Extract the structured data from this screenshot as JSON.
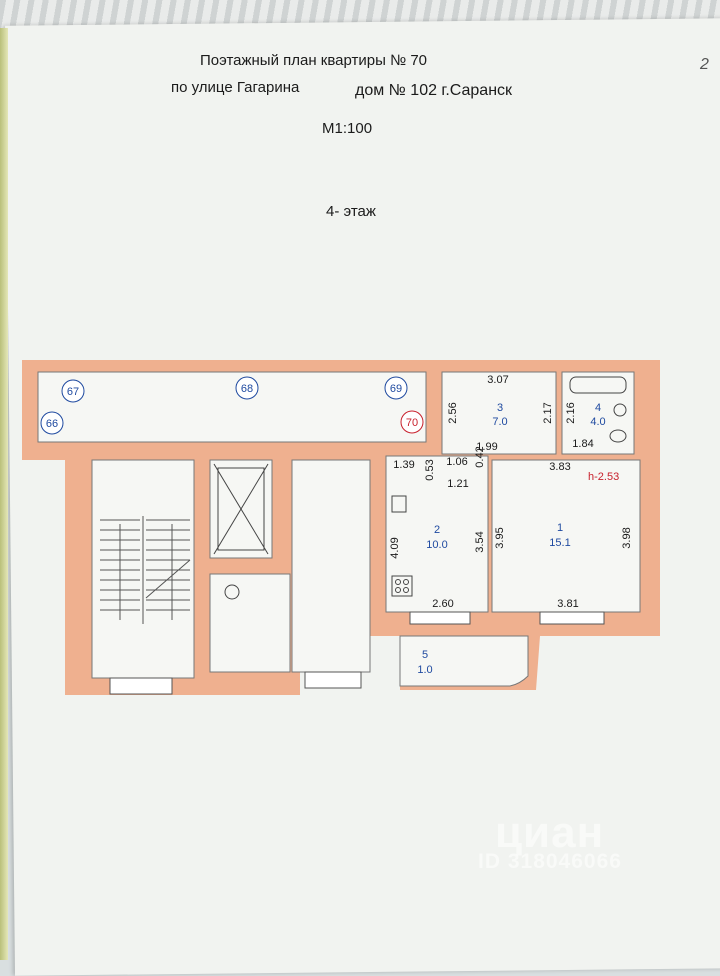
{
  "title_line1": "Поэтажный план квартиры № 70",
  "title_line2a": "по улице Гагарина",
  "title_line2b": "дом № 102 г.Саранск",
  "scale": "М1:100",
  "floor": "4- этаж",
  "corner_mark": "2",
  "ceiling_height": "h-2.53",
  "balcony_numbers": [
    "66",
    "67",
    "68",
    "69",
    "70"
  ],
  "rooms": [
    {
      "number": "1",
      "area": "15.1"
    },
    {
      "number": "2",
      "area": "10.0"
    },
    {
      "number": "3",
      "area": "7.0"
    },
    {
      "number": "4",
      "area": "4.0"
    },
    {
      "number": "5",
      "area": "1.0"
    }
  ],
  "dimensions": {
    "d307": "3.07",
    "d256": "2.56",
    "d217": "2.17",
    "d216": "2.16",
    "d199": "1.99",
    "d184": "1.84",
    "d383": "3.83",
    "d139": "1.39",
    "d053": "0.53",
    "d106": "1.06",
    "d042": "0.42",
    "d121": "1.21",
    "d409": "4.09",
    "d354": "3.54",
    "d395": "3.95",
    "d398": "3.98",
    "d260": "2.60",
    "d381": "3.81"
  },
  "watermark": {
    "brand": "циан",
    "id": "ID 318046066"
  },
  "colors": {
    "wall": "#efb08f",
    "room_fill": "#f6f7f4",
    "room_number": "#1f4aa0",
    "balcony_circle": "#1f4aa0",
    "apartment_circle": "#c8202c"
  }
}
